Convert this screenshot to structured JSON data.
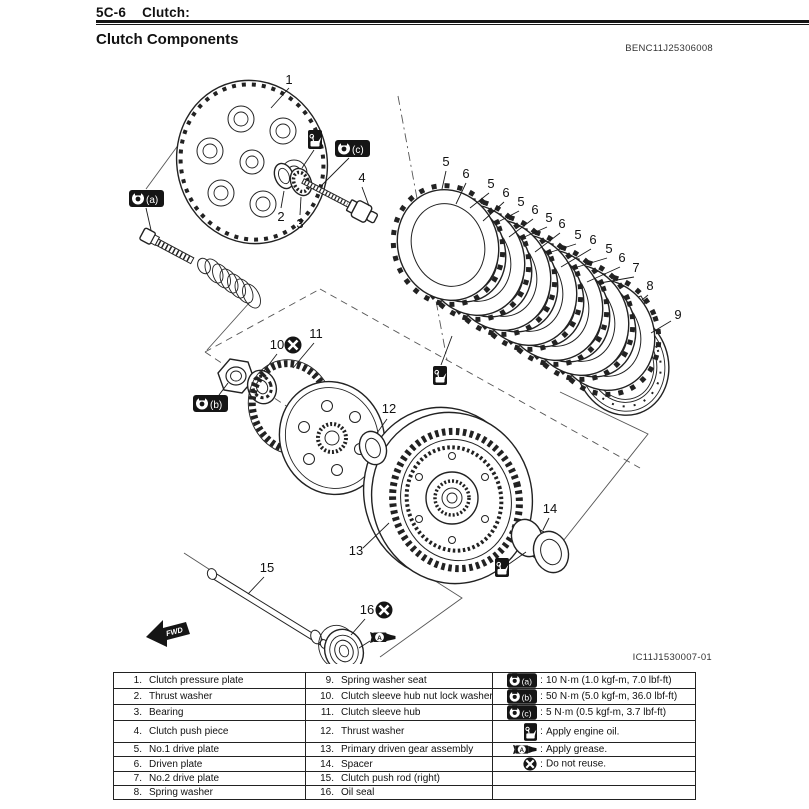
{
  "page": {
    "section_code": "5C-6",
    "section_title": "Clutch:",
    "heading": "Clutch Components",
    "doc_code": "BENC11J25306008",
    "figure_code": "IC11J1530007-01"
  },
  "diagram": {
    "callouts": [
      "1",
      "2",
      "3",
      "4",
      "5",
      "6",
      "5",
      "6",
      "5",
      "6",
      "5",
      "6",
      "5",
      "6",
      "5",
      "6",
      "7",
      "8",
      "9",
      "10",
      "11",
      "12",
      "13",
      "14",
      "15",
      "16"
    ],
    "torque_marks": {
      "a": "(a)",
      "b": "(b)",
      "c": "(c)"
    },
    "fwd_label": "FWD",
    "grease_label": "A"
  },
  "parts_table": {
    "left_rows": [
      {
        "num": "1.",
        "name": "Clutch pressure plate"
      },
      {
        "num": "2.",
        "name": "Thrust washer"
      },
      {
        "num": "3.",
        "name": "Bearing"
      },
      {
        "num": "4.",
        "name": "Clutch push piece"
      },
      {
        "num": "5.",
        "name": "No.1 drive plate"
      },
      {
        "num": "6.",
        "name": "Driven plate"
      },
      {
        "num": "7.",
        "name": "No.2 drive plate"
      },
      {
        "num": "8.",
        "name": "Spring washer"
      }
    ],
    "middle_rows": [
      {
        "num": "9.",
        "name": "Spring washer seat"
      },
      {
        "num": "10.",
        "name": "Clutch sleeve hub nut lock washer"
      },
      {
        "num": "11.",
        "name": "Clutch sleeve hub"
      },
      {
        "num": "12.",
        "name": "Thrust washer"
      },
      {
        "num": "13.",
        "name": "Primary driven gear assembly"
      },
      {
        "num": "14.",
        "name": "Spacer"
      },
      {
        "num": "15.",
        "name": "Clutch push rod (right)"
      },
      {
        "num": "16.",
        "name": "Oil seal"
      }
    ],
    "legend_rows": [
      {
        "icon": "torque-wrench",
        "icon_label": "(a)",
        "sep": ":",
        "text": "10 N·m (1.0 kgf-m, 7.0 lbf-ft)"
      },
      {
        "icon": "torque-wrench",
        "icon_label": "(b)",
        "sep": ":",
        "text": "50 N·m (5.0 kgf-m, 36.0 lbf-ft)"
      },
      {
        "icon": "torque-wrench",
        "icon_label": "(c)",
        "sep": ":",
        "text": "5 N·m (0.5 kgf-m, 3.7 lbf-ft)"
      },
      {
        "icon": "engine-oil",
        "icon_label": "",
        "sep": ":",
        "text": "Apply engine oil."
      },
      {
        "icon": "grease",
        "icon_label": "A",
        "sep": ":",
        "text": "Apply grease."
      },
      {
        "icon": "do-not-reuse",
        "icon_label": "",
        "sep": ":",
        "text": "Do not reuse."
      },
      {
        "icon": "",
        "icon_label": "",
        "sep": "",
        "text": ""
      },
      {
        "icon": "",
        "icon_label": "",
        "sep": "",
        "text": ""
      }
    ]
  }
}
